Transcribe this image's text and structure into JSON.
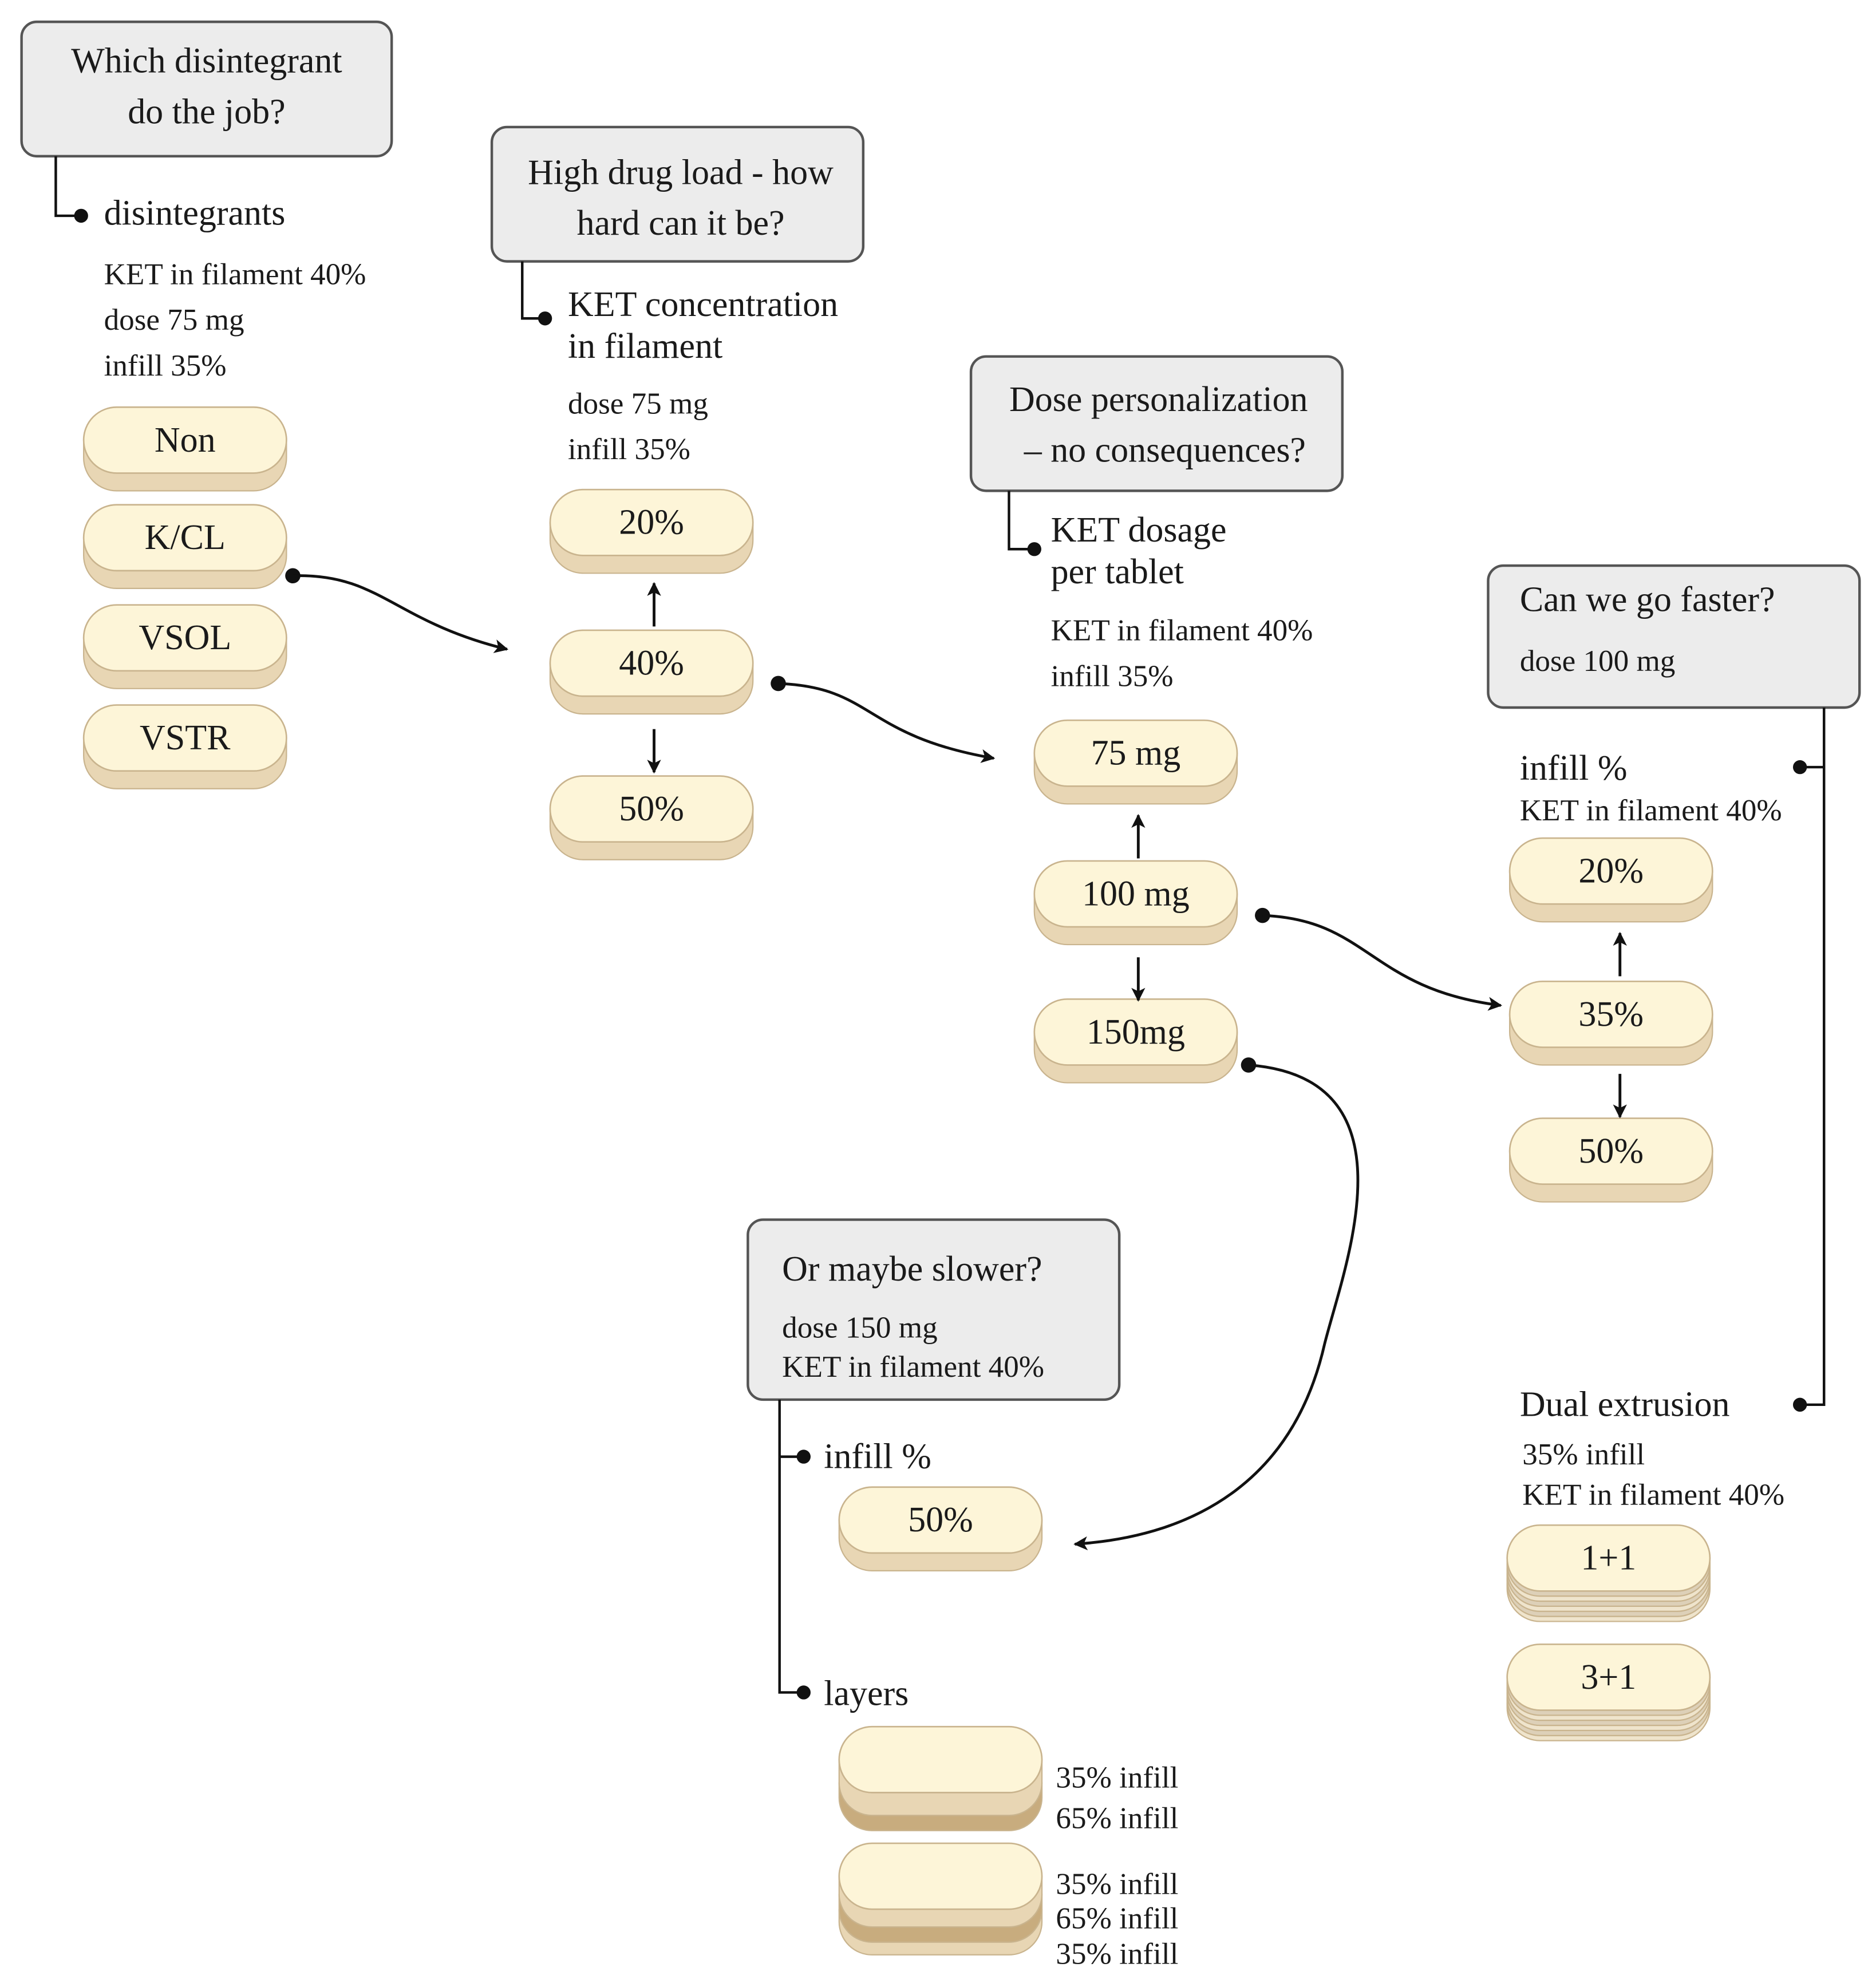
{
  "colors": {
    "box_fill": "#ececec",
    "box_stroke": "#555555",
    "tablet_top": "#fdf5d8",
    "tablet_side": "#e8d6b4",
    "tablet_dark": "#c8ac7e",
    "tablet_edge": "#c9b48e",
    "line": "#111111"
  },
  "section1": {
    "question": [
      "Which disintegrant",
      "do the job?"
    ],
    "variable": "disintegrants",
    "params": [
      "KET in filament 40%",
      "dose 75 mg",
      "infill 35%"
    ],
    "tablets": [
      "Non",
      "K/CL",
      "VSOL",
      "VSTR"
    ]
  },
  "section2": {
    "question": [
      "High drug load - how",
      "hard can it be?"
    ],
    "variable": [
      "KET concentration",
      "in filament"
    ],
    "params": [
      "dose 75 mg",
      "infill 35%"
    ],
    "tablets": [
      "20%",
      "40%",
      "50%"
    ]
  },
  "section3": {
    "question": [
      "Dose personalization",
      "– no consequences?"
    ],
    "variable": [
      "KET dosage",
      "per tablet"
    ],
    "params": [
      "KET in filament 40%",
      "infill 35%"
    ],
    "tablets": [
      "75 mg",
      "100 mg",
      "150mg"
    ]
  },
  "section4": {
    "question": "Can we go faster?",
    "question_param": "dose 100 mg",
    "variable": "infill %",
    "params": [
      "KET in filament 40%"
    ],
    "tablets": [
      "20%",
      "35%",
      "50%"
    ],
    "dual": {
      "label": "Dual extrusion",
      "params": [
        "35% infill",
        "KET in filament 40%"
      ],
      "tablets": [
        "1+1",
        "3+1"
      ]
    }
  },
  "section5": {
    "question": "Or maybe slower?",
    "question_params": [
      "dose 150 mg",
      "KET in filament 40%"
    ],
    "variable1": "infill %",
    "tablet": "50%",
    "variable2": "layers",
    "layers_a": [
      "35% infill",
      "65% infill"
    ],
    "layers_b": [
      "35% infill",
      "65% infill",
      "35% infill"
    ]
  }
}
